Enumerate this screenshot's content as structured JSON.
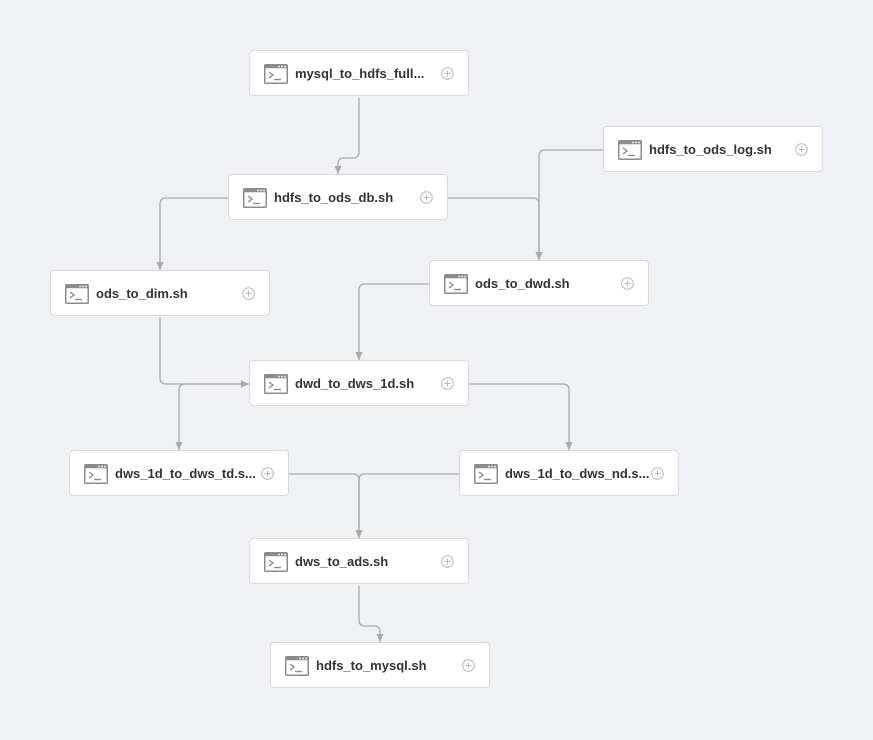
{
  "colors": {
    "background": "#f0f1f5",
    "node_fill": "#ffffff",
    "node_border": "#d6d8de",
    "edge": "#a7a9ae",
    "icon": "#8c8c8c",
    "text": "#333333"
  },
  "icons": {
    "node": "terminal-window-icon",
    "add": "plus-circle-icon"
  },
  "nodes": [
    {
      "id": "mysql_to_hdfs_full",
      "label": "mysql_to_hdfs_full..."
    },
    {
      "id": "hdfs_to_ods_log",
      "label": "hdfs_to_ods_log.sh"
    },
    {
      "id": "hdfs_to_ods_db",
      "label": "hdfs_to_ods_db.sh"
    },
    {
      "id": "ods_to_dim",
      "label": "ods_to_dim.sh"
    },
    {
      "id": "ods_to_dwd",
      "label": "ods_to_dwd.sh"
    },
    {
      "id": "dwd_to_dws_1d",
      "label": "dwd_to_dws_1d.sh"
    },
    {
      "id": "dws_1d_to_dws_td",
      "label": "dws_1d_to_dws_td.s..."
    },
    {
      "id": "dws_1d_to_dws_nd",
      "label": "dws_1d_to_dws_nd.s..."
    },
    {
      "id": "dws_to_ads",
      "label": "dws_to_ads.sh"
    },
    {
      "id": "hdfs_to_mysql",
      "label": "hdfs_to_mysql.sh"
    }
  ],
  "edges": [
    {
      "from": "mysql_to_hdfs_full",
      "to": "hdfs_to_ods_db"
    },
    {
      "from": "hdfs_to_ods_db",
      "to": "ods_to_dim"
    },
    {
      "from": "hdfs_to_ods_db",
      "to": "ods_to_dwd"
    },
    {
      "from": "hdfs_to_ods_log",
      "to": "ods_to_dwd"
    },
    {
      "from": "ods_to_dim",
      "to": "dwd_to_dws_1d"
    },
    {
      "from": "ods_to_dwd",
      "to": "dwd_to_dws_1d"
    },
    {
      "from": "dwd_to_dws_1d",
      "to": "dws_1d_to_dws_td"
    },
    {
      "from": "dwd_to_dws_1d",
      "to": "dws_1d_to_dws_nd"
    },
    {
      "from": "dws_1d_to_dws_td",
      "to": "dws_to_ads"
    },
    {
      "from": "dws_1d_to_dws_nd",
      "to": "dws_to_ads"
    },
    {
      "from": "dws_to_ads",
      "to": "hdfs_to_mysql"
    }
  ]
}
